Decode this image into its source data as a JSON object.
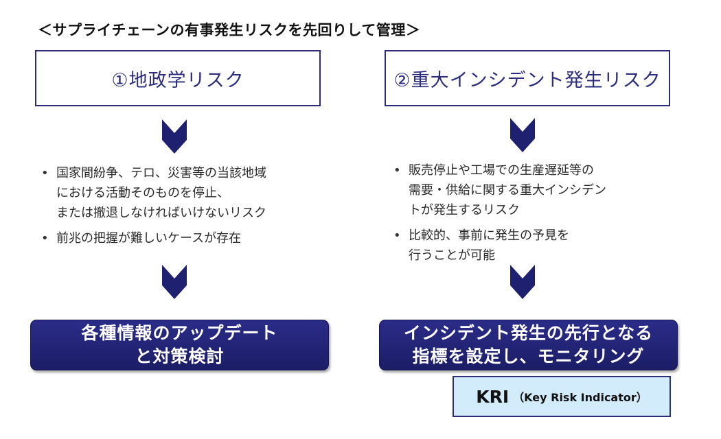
{
  "title": "＜サプライチェーンの有事発生リスクを先回りして管理＞",
  "left": {
    "header": "①地政学リスク",
    "bullets": [
      {
        "lines": [
          "国家間紛争、テロ、災害等の当該地域",
          "における活動そのものを停止、",
          "または撤退しなければいけないリスク"
        ]
      },
      {
        "lines": [
          "前兆の把握が難しいケースが存在"
        ]
      }
    ],
    "action_lines": [
      "各種情報のアップデート",
      "と対策検討"
    ]
  },
  "right": {
    "header": "②重大インシデント発生リスク",
    "bullets": [
      {
        "lines": [
          "販売停止や工場での生産遅延等の",
          "需要・供給に関する重大インシデン",
          "トが発生するリスク"
        ]
      },
      {
        "lines": [
          "比較的、事前に発生の予見を",
          "行うことが可能"
        ]
      }
    ],
    "action_lines": [
      "インシデント発生の先行となる",
      "指標を設定し、モニタリング"
    ]
  },
  "kri": {
    "main": "KRI",
    "sub": "（Key Risk Indicator）"
  },
  "colors": {
    "navy": "#2b2d7c",
    "kri_bg": "#d2ecfb"
  }
}
